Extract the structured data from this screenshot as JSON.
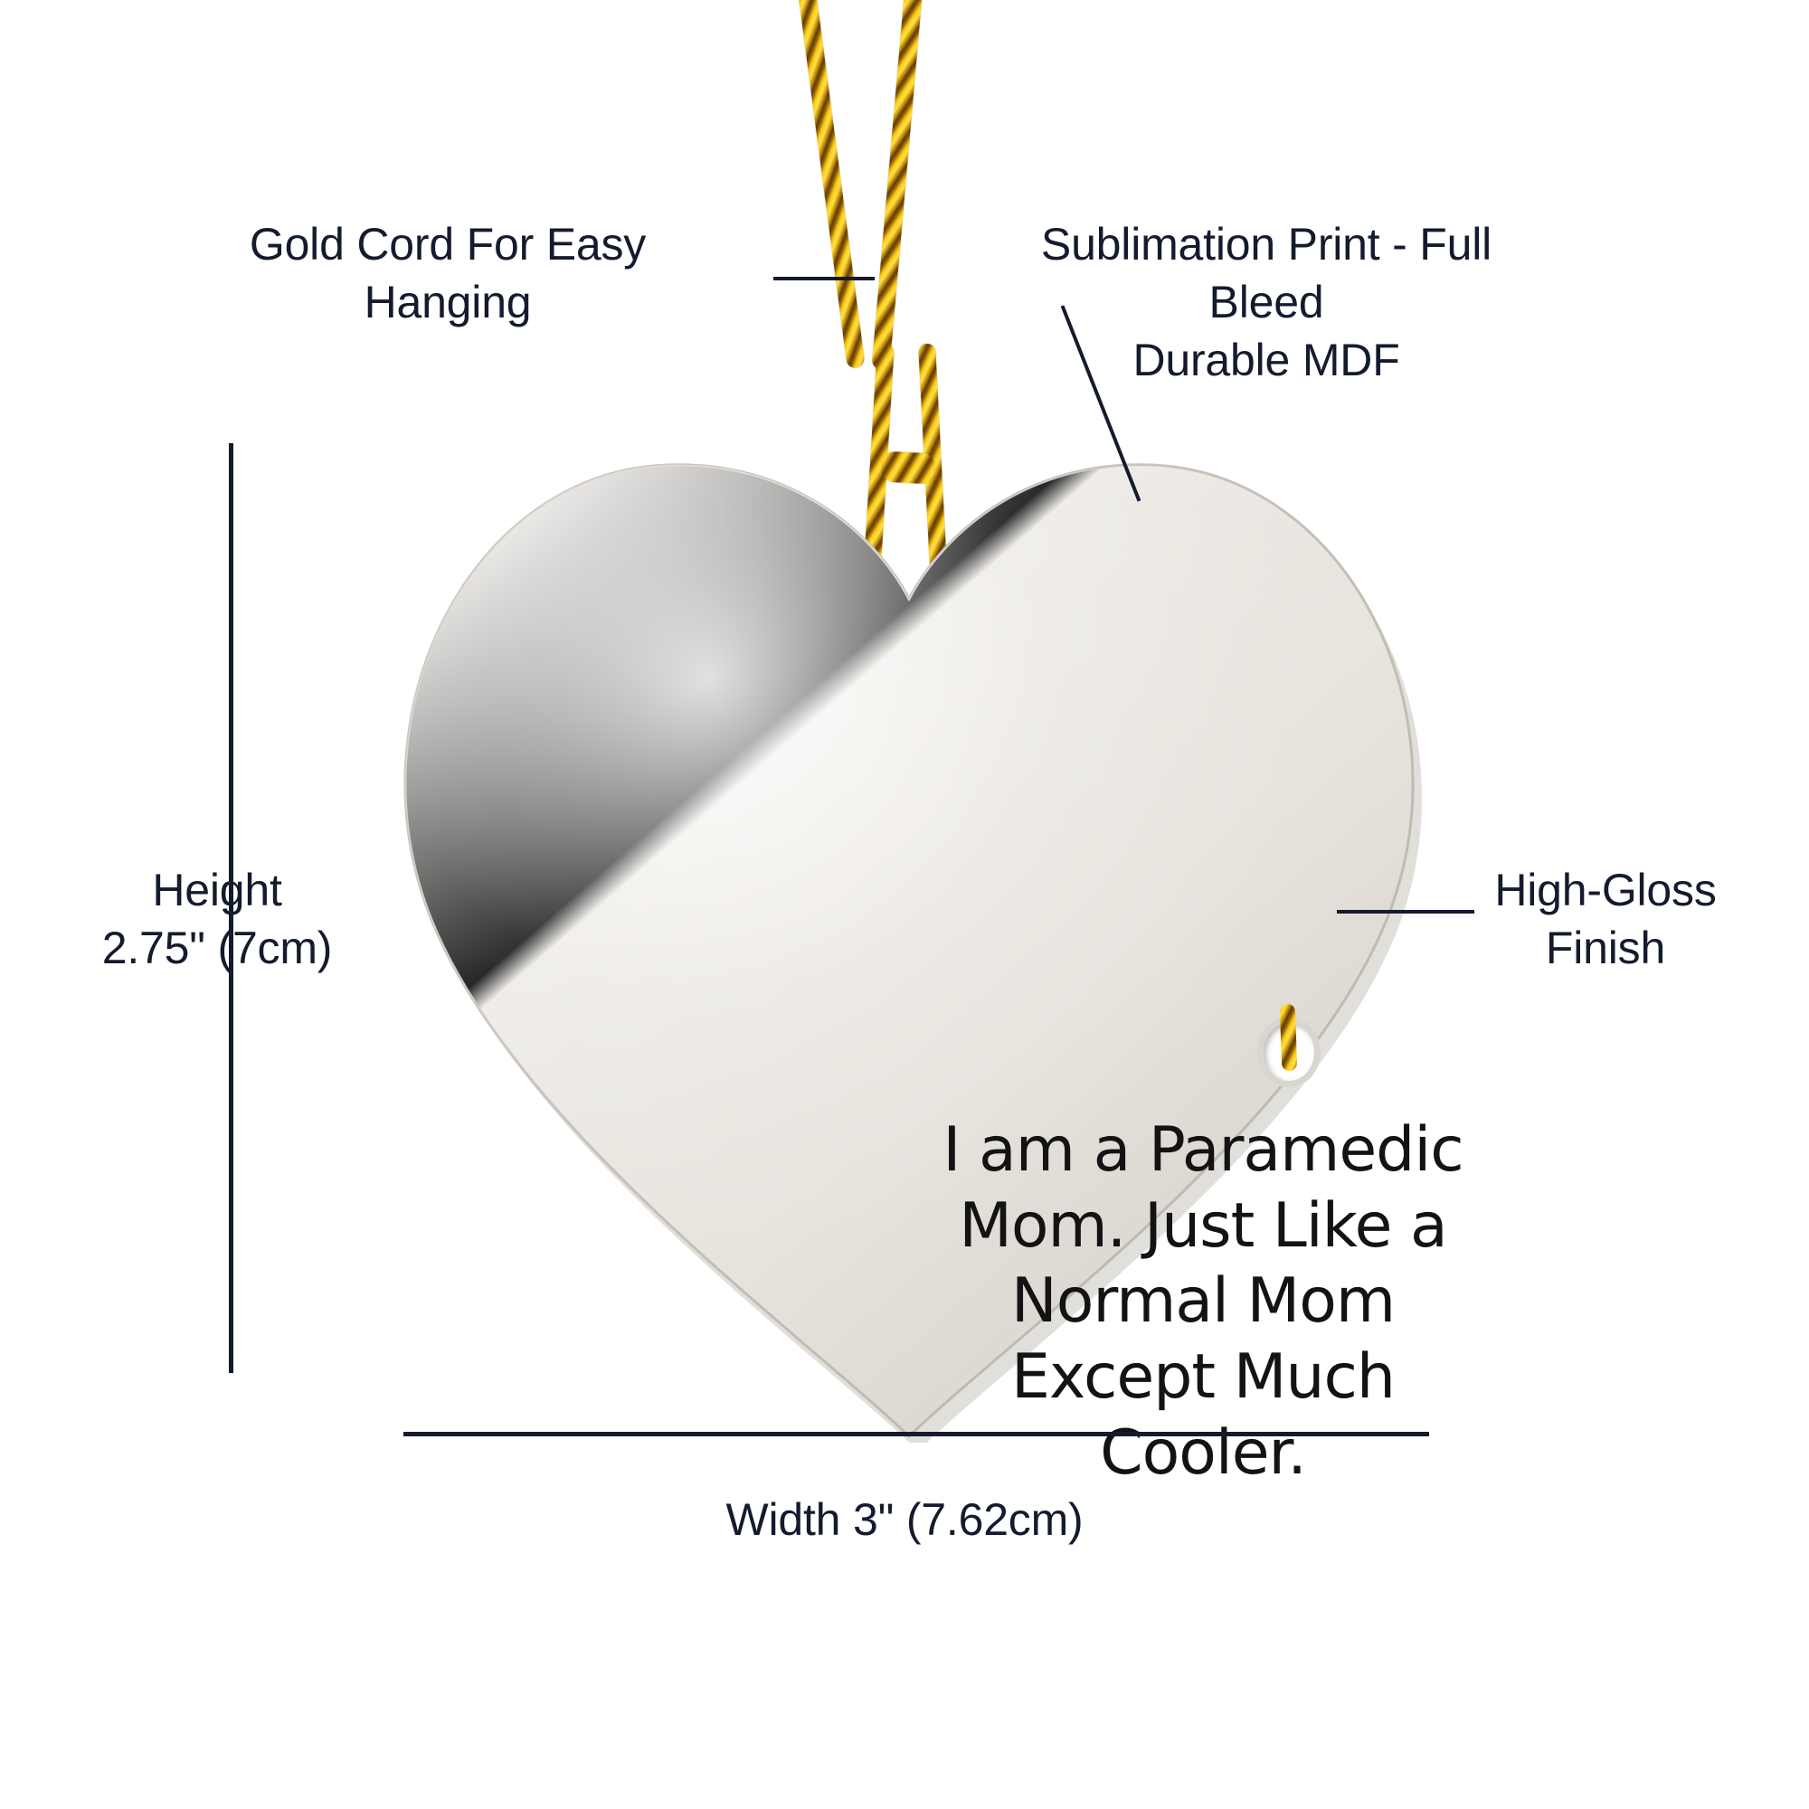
{
  "background_color": "#ffffff",
  "annotation_color": "#141b2e",
  "product": {
    "type": "heart-shaped hanging ornament",
    "material": "MDF",
    "body_color": "#efebe6",
    "printed_text": "I am a Paramedic\nMom. Just Like a\nNormal Mom\nExcept Much\nCooler.",
    "printed_text_color": "#131313",
    "hanging_hole": "present",
    "cord_color": "#f0bd12"
  },
  "callouts": [
    {
      "id": "gold-cord",
      "text": "Gold Cord For Easy\nHanging",
      "leader": "horizontal"
    },
    {
      "id": "sublimation",
      "text": "Sublimation Print - Full Bleed\nDurable MDF",
      "leader": "diagonal"
    },
    {
      "id": "high-gloss",
      "text": "High-Gloss\nFinish",
      "leader": "horizontal"
    }
  ],
  "dimensions": {
    "height_label": "Height\n2.75\" (7cm)",
    "width_label": "Width 3\" (7.62cm)"
  }
}
